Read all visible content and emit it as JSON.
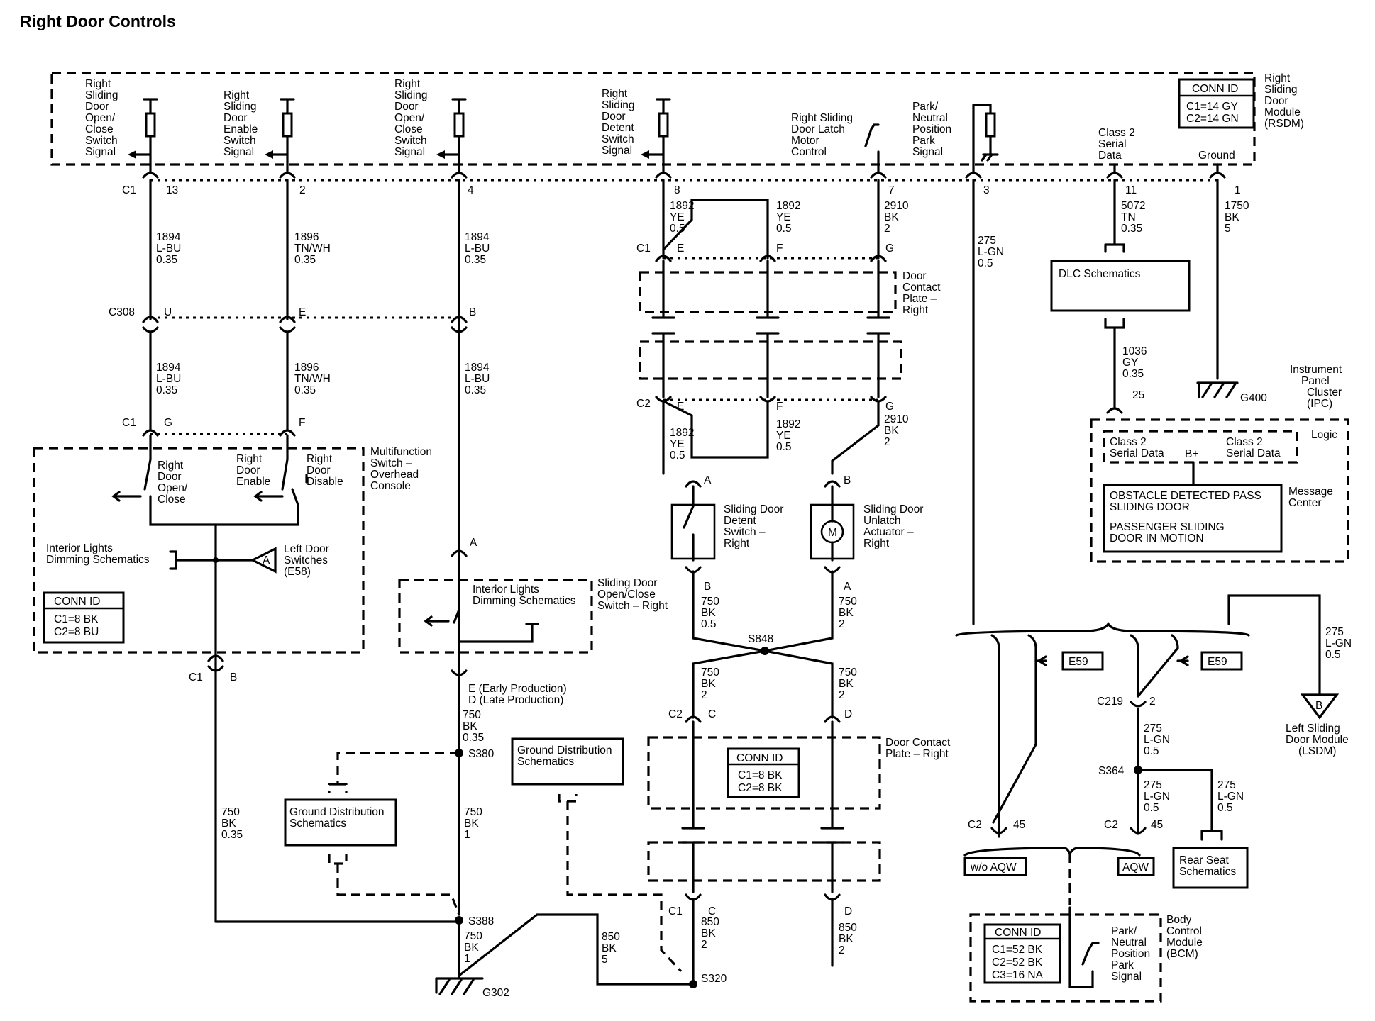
{
  "title": "Right Door Controls",
  "rsdm": {
    "label": [
      "Right",
      "Sliding",
      "Door",
      "Module",
      "(RSDM)"
    ],
    "conn_id": {
      "title": "CONN ID",
      "lines": [
        "C1=14 GY",
        "C2=14 GN"
      ]
    },
    "signals": {
      "s1": [
        "Right",
        "Sliding",
        "Door",
        "Open/",
        "Close",
        "Switch",
        "Signal"
      ],
      "s2": [
        "Right",
        "Sliding",
        "Door",
        "Enable",
        "Switch",
        "Signal"
      ],
      "s3": [
        "Right",
        "Sliding",
        "Door",
        "Open/",
        "Close",
        "Switch",
        "Signal"
      ],
      "s4": [
        "Right",
        "Sliding",
        "Door",
        "Detent",
        "Switch",
        "Signal"
      ],
      "s5": [
        "Right Sliding",
        "Door Latch",
        "Motor",
        "Control"
      ],
      "s6": [
        "Park/",
        "Neutral",
        "Position",
        "Park",
        "Signal"
      ],
      "s7": [
        "Class 2",
        "Serial",
        "Data"
      ],
      "s8": [
        "Ground"
      ]
    },
    "connector": "C1",
    "pins": [
      "13",
      "2",
      "4",
      "8",
      "7",
      "3",
      "11",
      "1"
    ]
  },
  "wires": {
    "w1": [
      "1894",
      "L-BU",
      "0.35"
    ],
    "w2": [
      "1896",
      "TN/WH",
      "0.35"
    ],
    "w3": [
      "1894",
      "L-BU",
      "0.35"
    ],
    "w4": [
      "1892",
      "YE",
      "0.5"
    ],
    "w4b": [
      "1892",
      "YE",
      "0.5"
    ],
    "w5": [
      "2910",
      "BK",
      "2"
    ],
    "w6": [
      "275",
      "L-GN",
      "0.5"
    ],
    "w7": [
      "5072",
      "TN",
      "0.35"
    ],
    "w8": [
      "1750",
      "BK",
      "5"
    ],
    "w9": [
      "1036",
      "GY",
      "0.35"
    ],
    "w10": [
      "1894",
      "L-BU",
      "0.35"
    ],
    "w11": [
      "1896",
      "TN/WH",
      "0.35"
    ],
    "w12": [
      "1894",
      "L-BU",
      "0.35"
    ],
    "w13": [
      "1892",
      "YE",
      "0.5"
    ],
    "w14": [
      "1892",
      "YE",
      "0.5"
    ],
    "w15": [
      "2910",
      "BK",
      "2"
    ],
    "w16": [
      "750",
      "BK",
      "0.5"
    ],
    "w17": [
      "750",
      "BK",
      "2"
    ],
    "w18": [
      "750",
      "BK",
      "2"
    ],
    "w19": [
      "750",
      "BK",
      "2"
    ],
    "w20": [
      "750",
      "BK",
      "0.35"
    ],
    "w21": [
      "750",
      "BK",
      "0.35"
    ],
    "w22": [
      "750",
      "BK",
      "1"
    ],
    "w23": [
      "750",
      "BK",
      "1"
    ],
    "w24": [
      "850",
      "BK",
      "5"
    ],
    "w25": [
      "850",
      "BK",
      "2"
    ],
    "w26": [
      "850",
      "BK",
      "2"
    ],
    "w27": [
      "275",
      "L-GN",
      "0.5"
    ],
    "w28": [
      "275",
      "L-GN",
      "0.5"
    ],
    "w29": [
      "275",
      "L-GN",
      "0.5"
    ],
    "w30": [
      "275",
      "L-GN",
      "0.5"
    ]
  },
  "connectors": {
    "c308": "C308",
    "c308_pins": [
      "U",
      "E",
      "B"
    ],
    "c1_mf": "C1",
    "c1_mf_pins": [
      "G",
      "F"
    ],
    "c1_e": "C1",
    "c1_e_pins": [
      "E",
      "F",
      "G"
    ],
    "c2_e": "C2",
    "c2_e_pins": [
      "E",
      "F",
      "G"
    ],
    "c1_b": "C1",
    "c1_b_pin": "B",
    "pin_a": "A",
    "pin_ed": [
      "E (Early Production)",
      "D (Late Production)"
    ],
    "detent_pins": [
      "A",
      "B"
    ],
    "actuator_pins": [
      "B",
      "A"
    ],
    "c2_cd": "C2",
    "c2_cd_pins": [
      "C",
      "D"
    ],
    "c1_cd": "C1",
    "c1_cd_pins": [
      "C",
      "D"
    ],
    "c219": "C219",
    "c219_pin": "2",
    "bcm_c2a": "C2",
    "bcm_c2a_pin": "45",
    "bcm_c2b": "C2",
    "bcm_c2b_pin": "45",
    "ipc_pin": "25"
  },
  "splices": {
    "s848": "S848",
    "s380": "S380",
    "s388": "S388",
    "s320": "S320",
    "s364": "S364"
  },
  "grounds": {
    "g302": "G302",
    "g400": "G400"
  },
  "door_contact_plate_top": [
    "Door",
    "Contact",
    "Plate –",
    "Right"
  ],
  "door_contact_plate_bottom": [
    "Door Contact",
    "Plate – Right"
  ],
  "conn_id_plate": {
    "title": "CONN ID",
    "lines": [
      "C1=8 BK",
      "C2=8 BK"
    ]
  },
  "dlc": "DLC Schematics",
  "ipc": {
    "label": [
      "Instrument",
      "Panel",
      "Cluster",
      "(IPC)"
    ],
    "logic": "Logic",
    "class2_left": [
      "Class 2",
      "Serial Data"
    ],
    "bplus": "B+",
    "class2_right": [
      "Class 2",
      "Serial Data"
    ],
    "message_center": [
      "Message",
      "Center"
    ],
    "messages": [
      "OBSTACLE DETECTED PASS",
      "SLIDING DOOR",
      "PASSENGER SLIDING",
      "DOOR IN MOTION"
    ]
  },
  "multifunction": {
    "label": [
      "Multifunction",
      "Switch –",
      "Overhead",
      "Console"
    ],
    "sw1": [
      "Right",
      "Door",
      "Open/",
      "Close"
    ],
    "sw2": [
      "Right",
      "Door",
      "Enable"
    ],
    "sw3": [
      "Right",
      "Door",
      "Disable"
    ],
    "interior": [
      "Interior Lights",
      "Dimming Schematics"
    ],
    "left_door": [
      "Left Door",
      "Switches",
      "(E58)"
    ],
    "tri": "A",
    "conn_id": {
      "title": "CONN ID",
      "lines": [
        "C1=8 BK",
        "C2=8 BU"
      ]
    }
  },
  "open_close_switch": {
    "label": [
      "Sliding Door",
      "Open/Close",
      "Switch – Right"
    ],
    "interior": [
      "Interior Lights",
      "Dimming Schematics"
    ]
  },
  "detent_switch": [
    "Sliding Door",
    "Detent",
    "Switch –",
    "Right"
  ],
  "unlatch_actuator": [
    "Sliding Door",
    "Unlatch",
    "Actuator –",
    "Right"
  ],
  "motor_symbol": "M",
  "ground_dist": [
    "Ground Distribution",
    "Schematics"
  ],
  "ground_dist2": [
    "Ground Distribution",
    "Schematics"
  ],
  "bcm": {
    "label": [
      "Body",
      "Control",
      "Module",
      "(BCM)"
    ],
    "conn_id": {
      "title": "CONN ID",
      "lines": [
        "C1=52 BK",
        "C2=52 BK",
        "C3=16 NA"
      ]
    },
    "park_signal": [
      "Park/",
      "Neutral",
      "Position",
      "Park",
      "Signal"
    ]
  },
  "e59": "E59",
  "option_wo": "w/o AQW",
  "option_w": "AQW",
  "rear_seat": [
    "Rear Seat",
    "Schematics"
  ],
  "lsdm": {
    "tri": "B",
    "label": [
      "Left Sliding",
      "Door Module",
      "(LSDM)"
    ]
  }
}
